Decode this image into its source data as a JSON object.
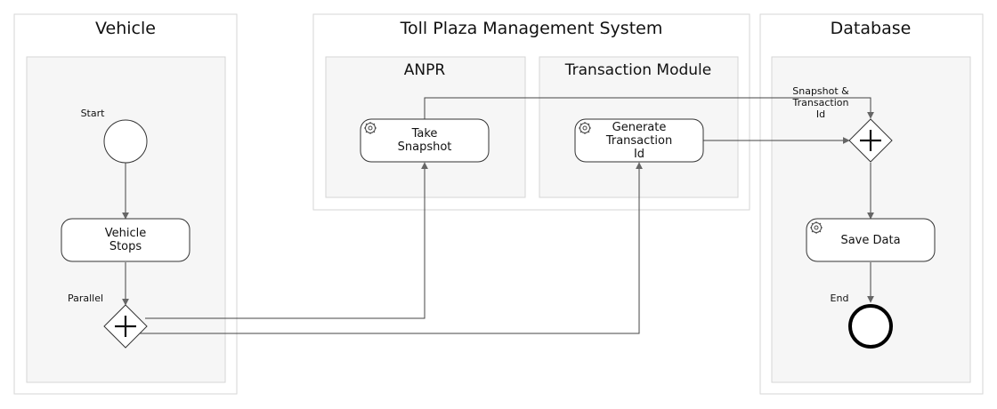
{
  "pools": {
    "vehicle": {
      "title": "Vehicle"
    },
    "toll": {
      "title": "Toll Plaza Management System"
    },
    "database": {
      "title": "Database"
    }
  },
  "lanes": {
    "anpr": {
      "title": "ANPR"
    },
    "transaction": {
      "title": "Transaction Module"
    }
  },
  "events": {
    "start": {
      "label": "Start"
    },
    "end": {
      "label": "End"
    }
  },
  "gateways": {
    "parallel_split": {
      "label": "Parallel"
    },
    "join": {
      "label_lines": [
        "Snapshot &",
        "Transaction",
        "Id"
      ]
    }
  },
  "tasks": {
    "vehicle_stops": {
      "label_lines": [
        "Vehicle",
        "Stops"
      ]
    },
    "take_snapshot": {
      "label_lines": [
        "Take",
        "Snapshot"
      ]
    },
    "generate_transaction": {
      "label_lines": [
        "Generate",
        "Transaction",
        "Id"
      ]
    },
    "save_data": {
      "label_lines": [
        "Save Data"
      ]
    }
  },
  "icons": {
    "service_task": "gear-icon"
  }
}
